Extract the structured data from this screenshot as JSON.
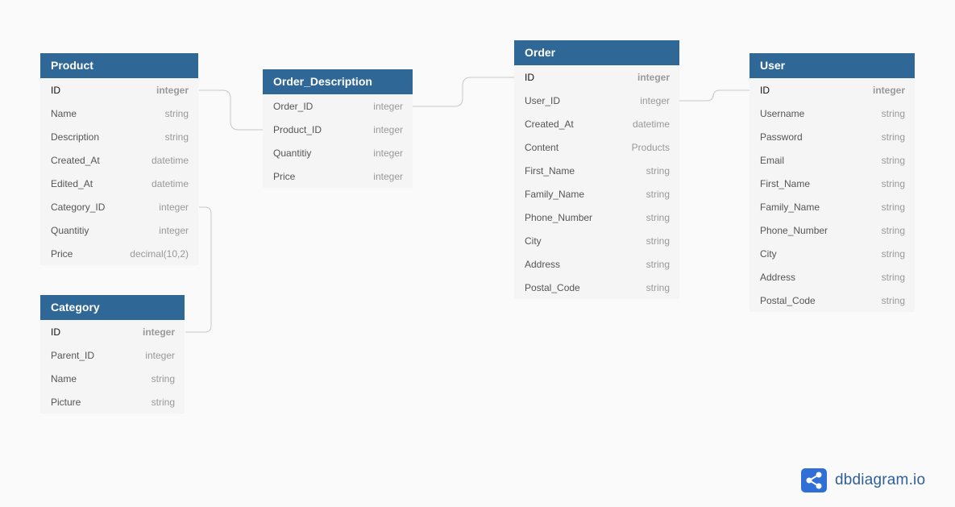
{
  "tables": {
    "product": {
      "title": "Product",
      "fields": [
        {
          "name": "ID",
          "type": "integer"
        },
        {
          "name": "Name",
          "type": "string"
        },
        {
          "name": "Description",
          "type": "string"
        },
        {
          "name": "Created_At",
          "type": "datetime"
        },
        {
          "name": "Edited_At",
          "type": "datetime"
        },
        {
          "name": "Category_ID",
          "type": "integer"
        },
        {
          "name": "Quantitiy",
          "type": "integer"
        },
        {
          "name": "Price",
          "type": "decimal(10,2)"
        }
      ]
    },
    "category": {
      "title": "Category",
      "fields": [
        {
          "name": "ID",
          "type": "integer"
        },
        {
          "name": "Parent_ID",
          "type": "integer"
        },
        {
          "name": "Name",
          "type": "string"
        },
        {
          "name": "Picture",
          "type": "string"
        }
      ]
    },
    "order_description": {
      "title": "Order_Description",
      "fields": [
        {
          "name": "Order_ID",
          "type": "integer"
        },
        {
          "name": "Product_ID",
          "type": "integer"
        },
        {
          "name": "Quantitiy",
          "type": "integer"
        },
        {
          "name": "Price",
          "type": "integer"
        }
      ]
    },
    "order": {
      "title": "Order",
      "fields": [
        {
          "name": "ID",
          "type": "integer"
        },
        {
          "name": "User_ID",
          "type": "integer"
        },
        {
          "name": "Created_At",
          "type": "datetime"
        },
        {
          "name": "Content",
          "type": "Products"
        },
        {
          "name": "First_Name",
          "type": "string"
        },
        {
          "name": "Family_Name",
          "type": "string"
        },
        {
          "name": "Phone_Number",
          "type": "string"
        },
        {
          "name": "City",
          "type": "string"
        },
        {
          "name": "Address",
          "type": "string"
        },
        {
          "name": "Postal_Code",
          "type": "string"
        }
      ]
    },
    "user": {
      "title": "User",
      "fields": [
        {
          "name": "ID",
          "type": "integer"
        },
        {
          "name": "Username",
          "type": "string"
        },
        {
          "name": "Password",
          "type": "string"
        },
        {
          "name": "Email",
          "type": "string"
        },
        {
          "name": "First_Name",
          "type": "string"
        },
        {
          "name": "Family_Name",
          "type": "string"
        },
        {
          "name": "Phone_Number",
          "type": "string"
        },
        {
          "name": "City",
          "type": "string"
        },
        {
          "name": "Address",
          "type": "string"
        },
        {
          "name": "Postal_Code",
          "type": "string"
        }
      ]
    }
  },
  "brand": {
    "name": "dbdiagram.io",
    "logo_icon": "share-nodes-icon",
    "logo_color": "#2f6fd6"
  },
  "colors": {
    "header": "#2f6796",
    "table_body": "#f5f5f5",
    "connector": "#c8c8c8"
  }
}
